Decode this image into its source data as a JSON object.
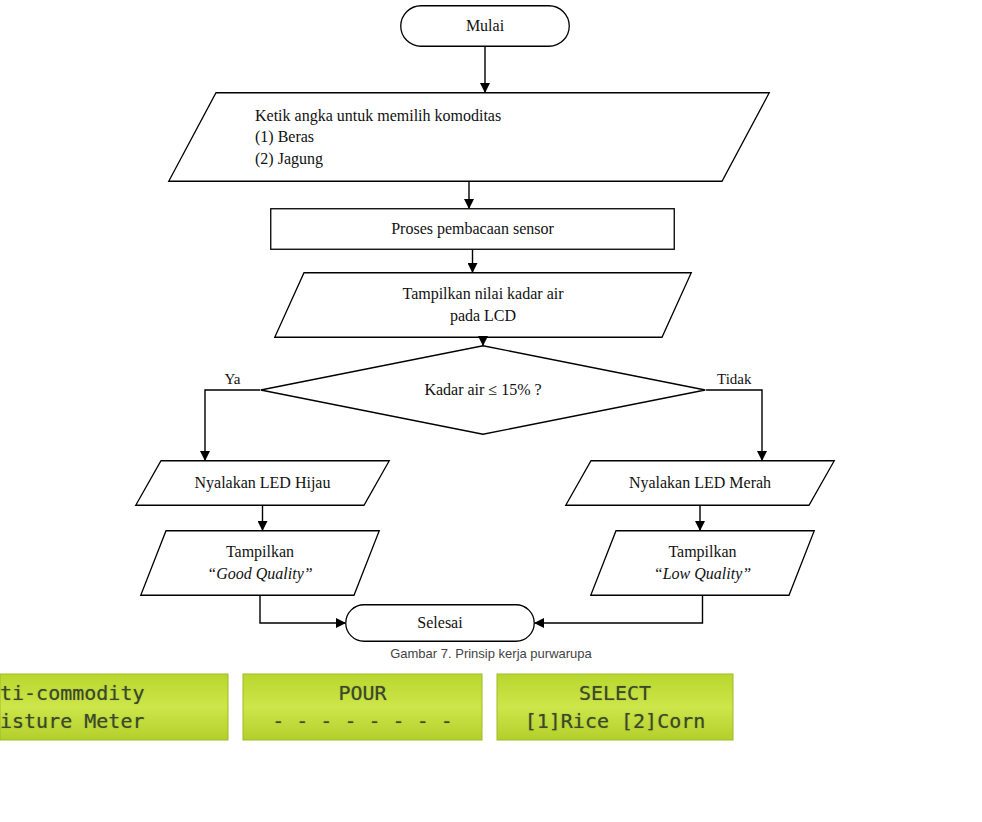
{
  "diagram": {
    "caption": "Gambar 7. Prinsip kerja purwarupa",
    "nodes": [
      {
        "text": [
          "Mulai"
        ]
      },
      {
        "text": [
          "Ketik angka untuk memilih komoditas",
          "(1) Beras",
          "(2) Jagung"
        ]
      },
      {
        "text": [
          "Proses pembacaan sensor"
        ]
      },
      {
        "text": [
          "Tampilkan nilai kadar air pada LCD"
        ]
      },
      {
        "text": [
          "Kadar air ≤ 15% ?"
        ]
      },
      {
        "text": [
          "Nyalakan LED Hijau"
        ]
      },
      {
        "text": [
          "Nyalakan LED Merah"
        ]
      },
      {
        "text": [
          "Tampilkan",
          "“Good Quality”"
        ]
      },
      {
        "text": [
          "Tampilkan",
          "“Low Quality”"
        ]
      },
      {
        "text": [
          "Selesai"
        ]
      },
      {
        "text": [
          "ti-commodity",
          "isture Meter"
        ]
      },
      {
        "text": [
          "POUR",
          "- - - - - - - -"
        ]
      },
      {
        "text": [
          "SELECT",
          "[1]Rice [2]Corn"
        ]
      }
    ],
    "edges": [
      {
        "from": 0,
        "to": 1,
        "arrow": "to"
      },
      {
        "from": 1,
        "to": 2,
        "arrow": "to"
      },
      {
        "from": 2,
        "to": 3,
        "arrow": "to"
      },
      {
        "from": 3,
        "to": 4,
        "arrow": "to"
      },
      {
        "from": 4,
        "to": 5,
        "label": "Ya",
        "arrow": "to"
      },
      {
        "from": 4,
        "to": 6,
        "label": "Tidak",
        "arrow": "to"
      },
      {
        "from": 5,
        "to": 7,
        "arrow": "to"
      },
      {
        "from": 6,
        "to": 8,
        "arrow": "to"
      },
      {
        "from": 7,
        "to": 9,
        "arrow": "to"
      },
      {
        "from": 8,
        "to": 9,
        "arrow": "to"
      }
    ]
  }
}
